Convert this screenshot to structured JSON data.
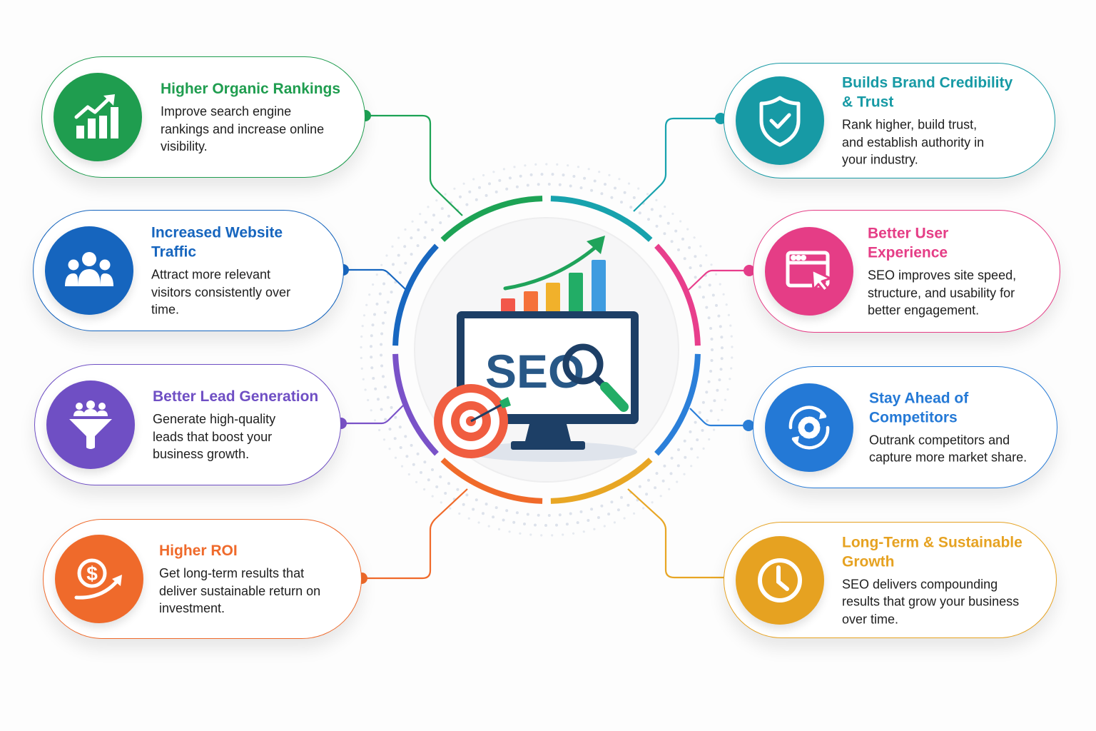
{
  "center": {
    "label": "SEO",
    "ring_colors": [
      "#1da355",
      "#17a2ad",
      "#e83e8c",
      "#2b7fd9",
      "#e8a624",
      "#f06a2a",
      "#7a52c8",
      "#1867c0"
    ],
    "monitor_color": "#1d3f66",
    "bar_chart_colors": [
      "#f2574a",
      "#f5713a",
      "#f1b12b",
      "#22ad66",
      "#3f9ce0"
    ]
  },
  "cards": [
    {
      "id": "higher-organic-rankings",
      "title": "Higher Organic Rankings",
      "desc": "Improve search engine rankings and increase online visibility.",
      "color": "#1f9d4f",
      "icon": "bar-chart-growth-icon"
    },
    {
      "id": "increased-website-traffic",
      "title": "Increased Website Traffic",
      "desc": "Attract more relevant visitors consistently over time.",
      "color": "#1665be",
      "icon": "users-group-icon"
    },
    {
      "id": "better-lead-generation",
      "title": "Better Lead Generation",
      "desc": "Generate high-quality leads that boost your business growth.",
      "color": "#6f4fc4",
      "icon": "funnel-icon"
    },
    {
      "id": "higher-roi",
      "title": "Higher ROI",
      "desc": "Get long-term results that deliver sustainable return on investment.",
      "color": "#ef6a2b",
      "icon": "dollar-growth-icon"
    },
    {
      "id": "builds-brand-credibility",
      "title": "Builds Brand Credibility & Trust",
      "desc": "Rank higher, build trust, and establish authority in your industry.",
      "color": "#179aa5",
      "icon": "shield-check-icon"
    },
    {
      "id": "better-user-experience",
      "title": "Better User Experience",
      "desc": "SEO improves site speed, structure, and usability for better engagement.",
      "color": "#e53d86",
      "icon": "browser-cursor-icon"
    },
    {
      "id": "stay-ahead-of-competitors",
      "title": "Stay Ahead of Competitors",
      "desc": "Outrank competitors and capture more market share.",
      "color": "#2479d6",
      "icon": "gear-refresh-icon"
    },
    {
      "id": "long-term-sustainable-growth",
      "title": "Long-Term & Sustainable Growth",
      "desc": "SEO delivers compounding results that grow your business over time.",
      "color": "#e6a221",
      "icon": "clock-icon"
    }
  ]
}
